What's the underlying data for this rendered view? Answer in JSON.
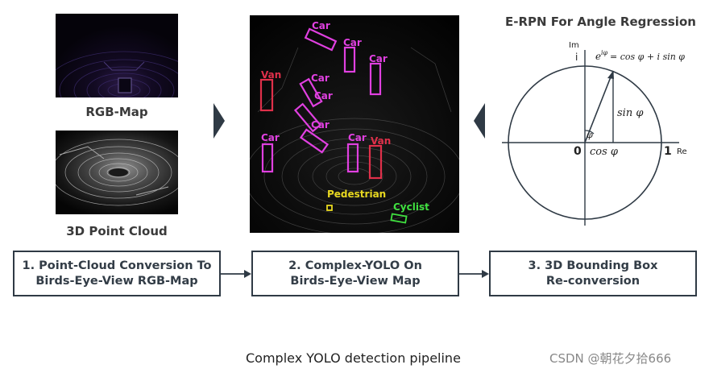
{
  "left_panel": {
    "rgb_map_label": "RGB-Map",
    "point_cloud_label": "3D Point Cloud"
  },
  "center_panel": {
    "labels": {
      "car": "Car",
      "van": "Van",
      "pedestrian": "Pedestrian",
      "cyclist": "Cyclist"
    },
    "colors": {
      "car": "#e040e0",
      "van": "#e0304a",
      "pedestrian": "#e8d820",
      "cyclist": "#40e040"
    }
  },
  "right_panel": {
    "title": "E-RPN For Angle Regression",
    "axis_im": "Im",
    "axis_i": "i",
    "axis_re": "Re",
    "origin": "0",
    "one": "1",
    "formula_exp": "e",
    "formula_sup": "iφ",
    "formula_rest": " = cos φ + i sin φ",
    "sin_label": "sin φ",
    "cos_label": "cos φ",
    "phi_label": "φ"
  },
  "steps": [
    {
      "label": "1. Point-Cloud Conversion To\nBirds-Eye-View RGB-Map"
    },
    {
      "label": "2. Complex-YOLO On\nBirds-Eye-View Map"
    },
    {
      "label": "3. 3D Bounding Box\nRe-conversion"
    }
  ],
  "caption": "Complex YOLO detection pipeline",
  "watermark": "CSDN @朝花夕拾666",
  "colors": {
    "box_border": "#2f3a45",
    "chevron": "#2f3a45",
    "text_dark": "#333d47"
  }
}
